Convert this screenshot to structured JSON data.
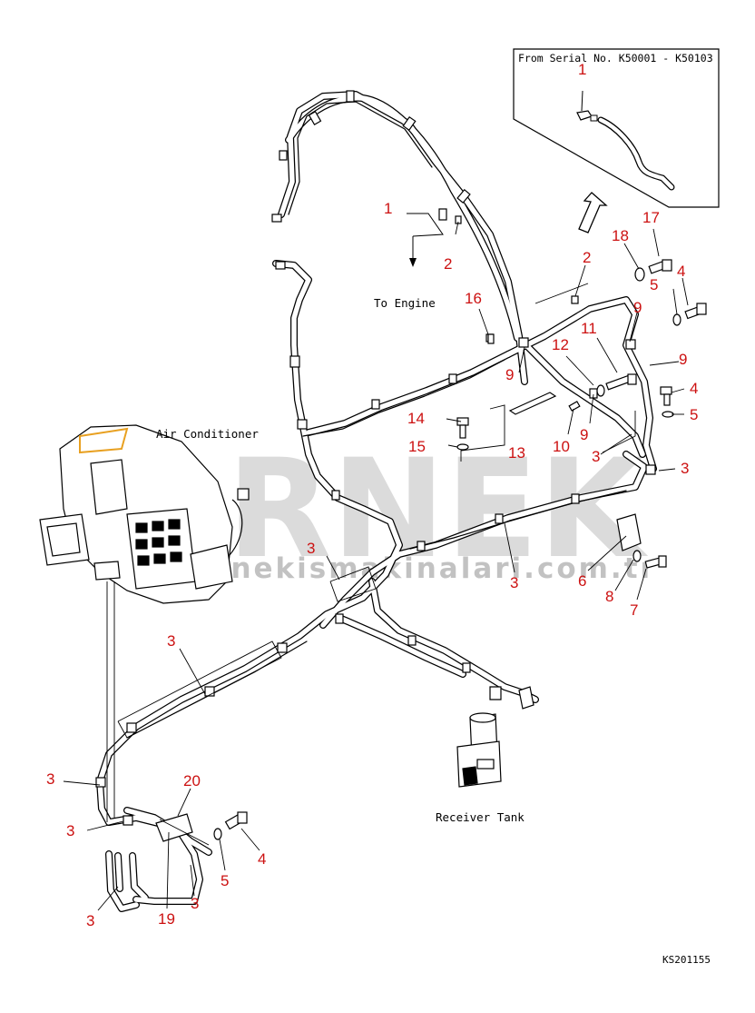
{
  "serial_note": "From Serial No. K50001 - K50103",
  "labels": {
    "to_engine": "To Engine",
    "air_conditioner": "Air Conditioner",
    "receiver_tank": "Receiver Tank",
    "drawing_code": "KS201155"
  },
  "watermark": {
    "big": "ORNEK",
    "url": "www.ornekismakinalari.com.tr"
  },
  "callouts": {
    "c1a": "1",
    "c1b": "1",
    "c2a": "2",
    "c2b": "2",
    "c3a": "3",
    "c3b": "3",
    "c3c": "3",
    "c3d": "3",
    "c3e": "3",
    "c3f": "3",
    "c3g": "3",
    "c3h": "3",
    "c3i": "3",
    "c4a": "4",
    "c4b": "4",
    "c4c": "4",
    "c5a": "5",
    "c5b": "5",
    "c5c": "5",
    "c6": "6",
    "c7": "7",
    "c8": "8",
    "c9a": "9",
    "c9b": "9",
    "c9c": "9",
    "c9d": "9",
    "c10": "10",
    "c11": "11",
    "c12": "12",
    "c13": "13",
    "c14": "14",
    "c15": "15",
    "c16": "16",
    "c17": "17",
    "c18": "18",
    "c19": "19",
    "c20": "20"
  },
  "colors": {
    "callout": "#cc1111",
    "line": "#000000",
    "watermark": "#b5b5b5",
    "accent_stripe": "#e8a020"
  }
}
